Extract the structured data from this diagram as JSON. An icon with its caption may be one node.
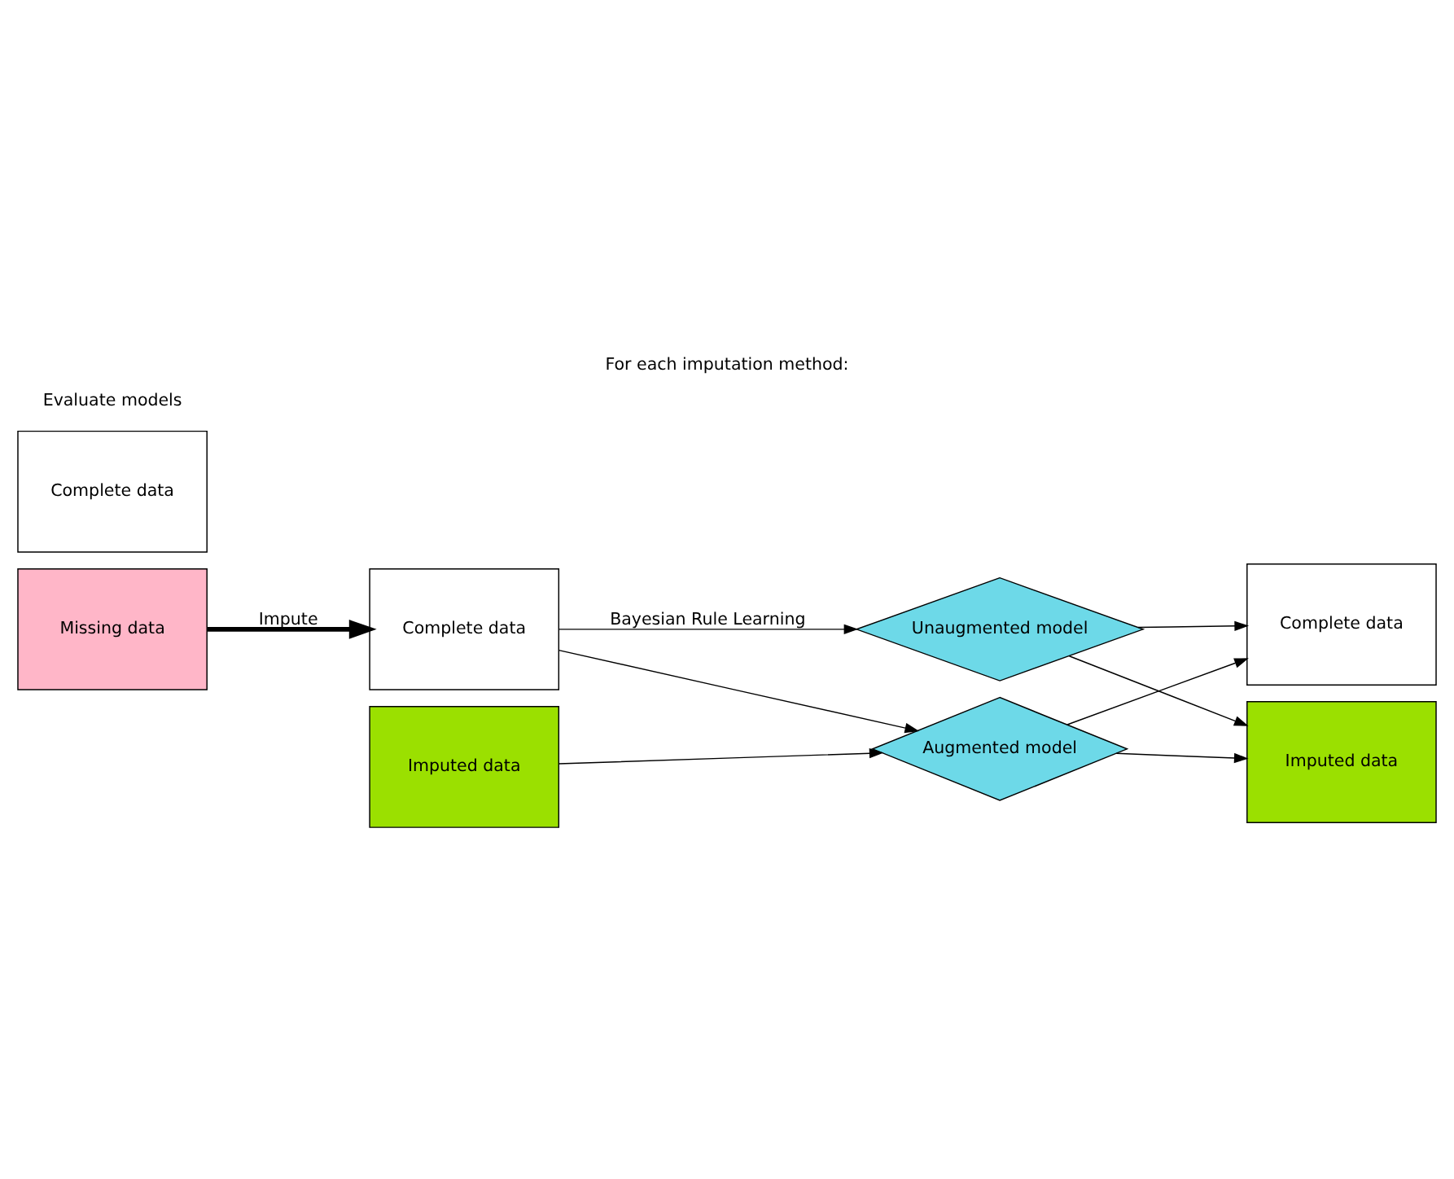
{
  "diagram": {
    "title": "For each imputation method:",
    "nodes": [
      {
        "text": [
          "Complete data"
        ]
      },
      {
        "text": [
          "Missing data"
        ]
      },
      {
        "text": [
          "Complete data"
        ]
      },
      {
        "text": [
          "Imputed data"
        ]
      },
      {
        "text": [
          "Unaugmented model"
        ]
      },
      {
        "text": [
          "Augmented model"
        ]
      },
      {
        "text": [
          "Complete data"
        ]
      },
      {
        "text": [
          "Imputed data"
        ]
      }
    ],
    "edges": [
      {
        "from": 1,
        "to": 2,
        "arrow": "to",
        "label": "Impute",
        "style": "thick"
      },
      {
        "from": 2,
        "to": 4,
        "arrow": "to",
        "label": "Bayesian Rule Learning"
      },
      {
        "from": 2,
        "to": 5,
        "arrow": "to"
      },
      {
        "from": 3,
        "to": 5,
        "arrow": "to"
      },
      {
        "from": 4,
        "to": 6,
        "arrow": "to"
      },
      {
        "from": 4,
        "to": 7,
        "arrow": "to"
      },
      {
        "from": 5,
        "to": 6,
        "arrow": "to"
      },
      {
        "from": 5,
        "to": 7,
        "arrow": "to"
      }
    ],
    "labels": [
      "Evaluate models"
    ]
  }
}
